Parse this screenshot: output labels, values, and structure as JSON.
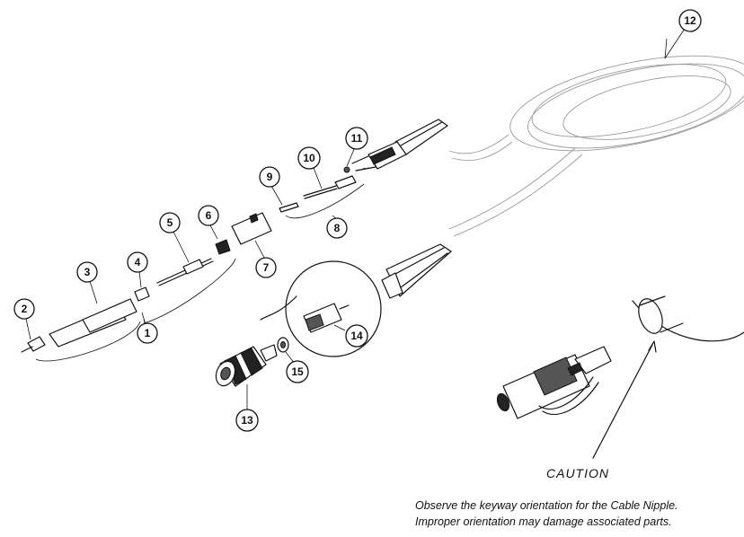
{
  "callouts": [
    "1",
    "2",
    "3",
    "4",
    "5",
    "6",
    "7",
    "8",
    "9",
    "10",
    "11",
    "12",
    "13",
    "14",
    "15"
  ],
  "caution": {
    "label": "CAUTION",
    "line1": "Observe the keyway orientation for the Cable Nipple.",
    "line2": "Improper orientation may damage associated parts."
  }
}
